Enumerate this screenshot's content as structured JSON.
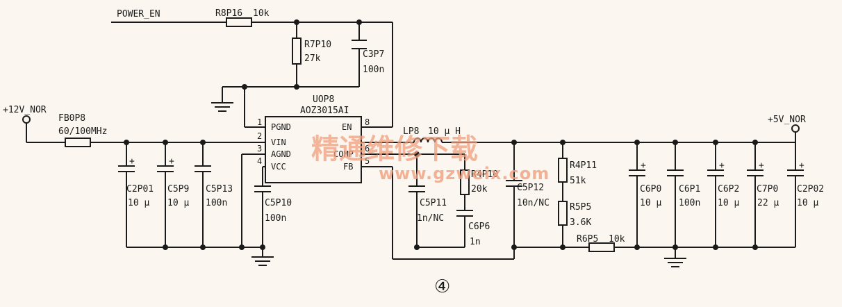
{
  "nets": {
    "power_en": "POWER_EN",
    "vin": "+12V_NOR",
    "vout": "+5V_NOR"
  },
  "ic": {
    "ref": "UOP8",
    "part": "AOZ3015AI",
    "pins": [
      {
        "num": "1",
        "name": "PGND"
      },
      {
        "num": "2",
        "name": "VIN"
      },
      {
        "num": "3",
        "name": "AGND"
      },
      {
        "num": "4",
        "name": "VCC"
      },
      {
        "num": "8",
        "name": "EN"
      },
      {
        "num": "6",
        "name": "COMP"
      },
      {
        "num": "5",
        "name": "FB"
      }
    ]
  },
  "components": {
    "r8p16": {
      "ref": "R8P16",
      "value": "10k"
    },
    "r7p10": {
      "ref": "R7P10",
      "value": "27k"
    },
    "c3p7": {
      "ref": "C3P7",
      "value": "100n"
    },
    "fb0p8": {
      "ref": "FB0P8",
      "value": "60/100MHz"
    },
    "c2p01": {
      "ref": "C2P01",
      "value": "10 µ"
    },
    "c5p9": {
      "ref": "C5P9",
      "value": "10 µ"
    },
    "c5p13": {
      "ref": "C5P13",
      "value": "100n"
    },
    "c5p10": {
      "ref": "C5P10",
      "value": "100n"
    },
    "lp8": {
      "ref": "LP8",
      "value": "10 µ H"
    },
    "r4p10": {
      "ref": "R4P10",
      "value": "20k"
    },
    "c5p11": {
      "ref": "C5P11",
      "value": "1n/NC"
    },
    "c6p6": {
      "ref": "C6P6",
      "value": "1n"
    },
    "c5p12": {
      "ref": "C5P12",
      "value": "10n/NC"
    },
    "r4p11": {
      "ref": "R4P11",
      "value": "51k"
    },
    "r5p5": {
      "ref": "R5P5",
      "value": "3.6K"
    },
    "r6p5": {
      "ref": "R6P5",
      "value": "10k"
    },
    "c6p0": {
      "ref": "C6P0",
      "value": "10 µ"
    },
    "c6p1": {
      "ref": "C6P1",
      "value": "100n"
    },
    "c6p2": {
      "ref": "C6P2",
      "value": "10 µ"
    },
    "c7p0": {
      "ref": "C7P0",
      "value": "22 µ"
    },
    "c2p02": {
      "ref": "C2P02",
      "value": "10 µ"
    }
  },
  "polarity_mark": "+",
  "figure_marker": "④",
  "watermark": {
    "chinese": "精通维修下载",
    "url": "www.gzweix.com"
  }
}
